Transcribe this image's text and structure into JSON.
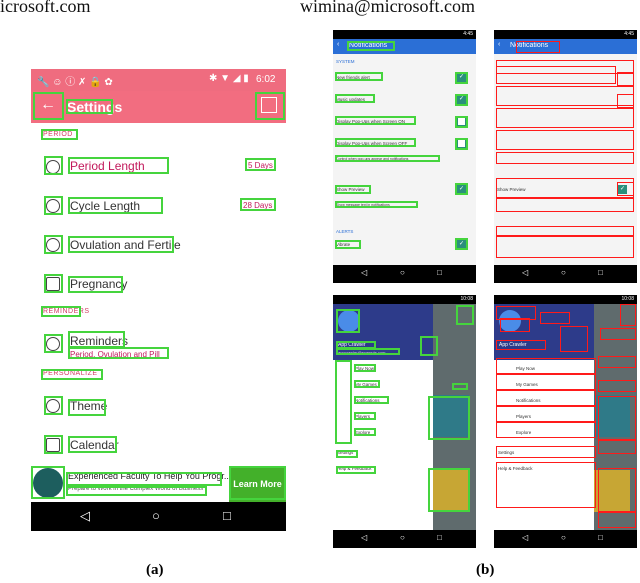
{
  "header": {
    "left_text": "icrosoft.com",
    "right_text": "wimina@microsoft.com"
  },
  "panel_a": {
    "status_time": "6:02",
    "toolbar_title": "Settings",
    "section_period": "PERIOD",
    "rows": [
      {
        "label": "Period Length",
        "value": "5 Days"
      },
      {
        "label": "Cycle Length",
        "value": "28 Days"
      },
      {
        "label": "Ovulation and Fertile",
        "value": ""
      },
      {
        "label": "Pregnancy",
        "value": ""
      }
    ],
    "section_reminders": "REMINDERS",
    "reminders_label": "Reminders",
    "reminders_sub": "Period, Ovulation and Pill",
    "section_personalize": "PERSONALIZE",
    "theme_label": "Theme",
    "calendar_label": "Calendar",
    "ad_line1": "Experienced Faculty To Help You Progr...",
    "ad_line2": "Prepare to Work in the Complex World of Business",
    "ad_button": "Learn More",
    "caption": "(a)"
  },
  "panel_b": {
    "status_time": "4:45",
    "status_time_2": "10:08",
    "notif_title": "Notifications",
    "section_1": "SYSTEM",
    "notif_rows": [
      {
        "label": "New friends alert",
        "checked": true
      },
      {
        "label": "Music updates",
        "checked": true
      },
      {
        "label": "Display Pop-Ups when Screen ON",
        "checked": false
      },
      {
        "label": "Display Pop-Ups when Screen OFF",
        "checked": false
      }
    ],
    "long_row": "Control when pop-ups appear and notifications",
    "show_preview": "Show Preview",
    "preview_sub": "Show message text in notifications",
    "section_2": "ALERTS",
    "vibrate": "Vibrate",
    "drawer_app": "App Crawler",
    "drawer_email": "appcrawler@example.com",
    "drawer_items": [
      "Play Now",
      "My Games",
      "Notifications",
      "Players",
      "Explore"
    ],
    "drawer_settings": "Settings",
    "drawer_help": "Help & Feedback",
    "caption": "(b)"
  },
  "colors": {
    "annotation_green": "#45d43d",
    "annotation_red": "#ff1a1a",
    "toolbar_pink": "#f26d80",
    "toolbar_blue": "#2b6fd6",
    "ad_green": "#43b02a"
  }
}
